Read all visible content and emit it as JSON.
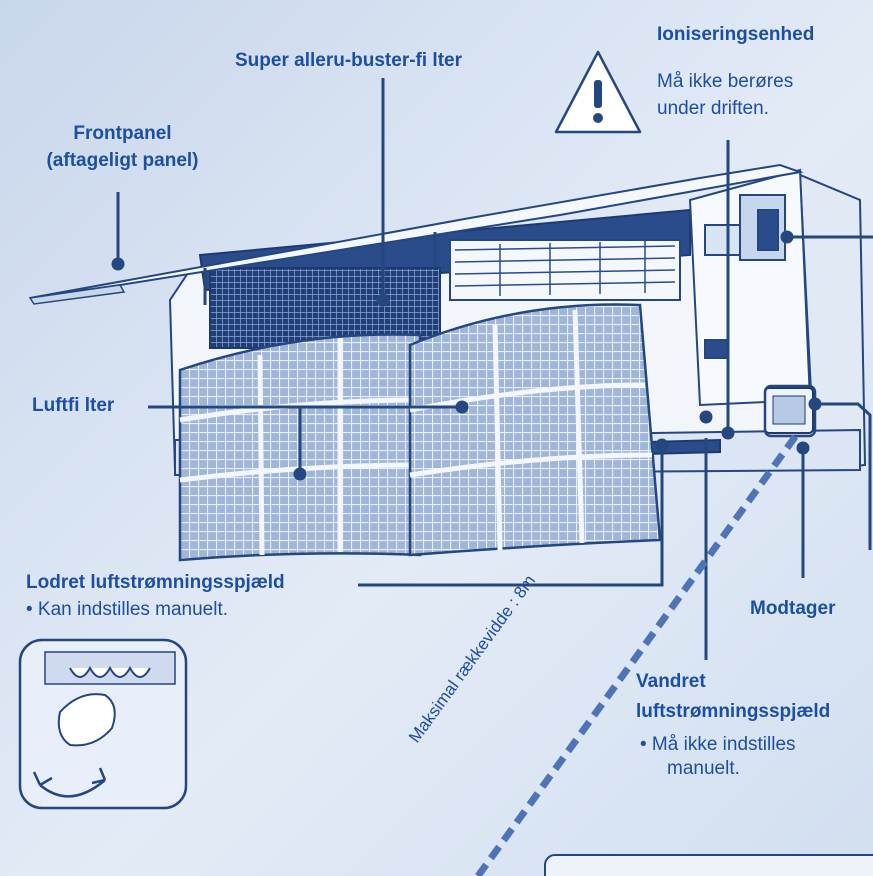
{
  "labels": {
    "super_filter": "Super alleru-buster-ﬁ lter",
    "frontpanel_line1": "Frontpanel",
    "frontpanel_line2": "(aftageligt panel)",
    "ionizer": "Ioniseringsenhed",
    "ionizer_note_line1": "Må ikke berøres",
    "ionizer_note_line2": "under driften.",
    "air_filter": "Luftﬁ lter",
    "vertical_louver": "Lodret luftstrømningsspjæld",
    "vertical_louver_note": "• Kan indstilles manuelt.",
    "receiver": "Modtager",
    "horizontal_louver_line1": "Vandret",
    "horizontal_louver_line2": "luftstrømningsspjæld",
    "horizontal_louver_note_line1": "• Må ikke indstilles",
    "horizontal_louver_note_line2": "manuelt.",
    "max_range": "Maksimal rækkevidde : 8m"
  },
  "colors": {
    "background": "#d6e1f1",
    "label_blue": "#1d4fa0",
    "outline": "#24477f",
    "range_dash": "#4f74b5"
  },
  "icons": {
    "warning": "warning-triangle-icon",
    "hand": "hand-adjusting-louver-icon"
  }
}
